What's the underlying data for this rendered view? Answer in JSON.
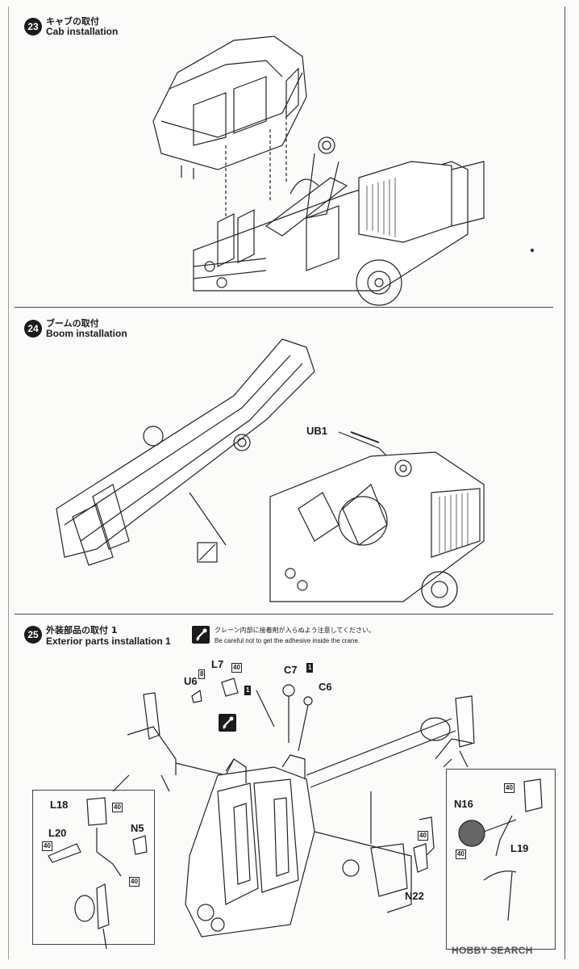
{
  "steps": [
    {
      "number": "23",
      "title_jp": "キャブの取付",
      "title_en": "Cab installation"
    },
    {
      "number": "24",
      "title_jp": "ブームの取付",
      "title_en": "Boom installation"
    },
    {
      "number": "25",
      "title_jp": "外装部品の取付 1",
      "title_en": "Exterior parts installation 1"
    }
  ],
  "step24": {
    "parts": {
      "ub1": "UB1"
    }
  },
  "step25": {
    "note_jp": "クレーン内部に接着剤が入らぬよう注意してください。",
    "note_en": "Be careful not to get the adhesive inside the crane.",
    "parts": {
      "l7": "L7",
      "l7_qty": "40",
      "u6": "U6",
      "u6_qty": "8",
      "u6_marker": "1",
      "c7": "C7",
      "c7_marker": "1",
      "c6": "C6",
      "l18": "L18",
      "l18_qty": "40",
      "l20": "L20",
      "l20_qty": "40",
      "n5": "N5",
      "n5_qty": "40",
      "n22": "N22",
      "n22_qty": "40",
      "n16": "N16",
      "n16_qty": "40",
      "l19": "L19",
      "l19_qty": "40"
    }
  },
  "watermark": "HOBBY SEARCH",
  "icons": [
    "glue-icon",
    "hobby-search-logo-icon"
  ]
}
